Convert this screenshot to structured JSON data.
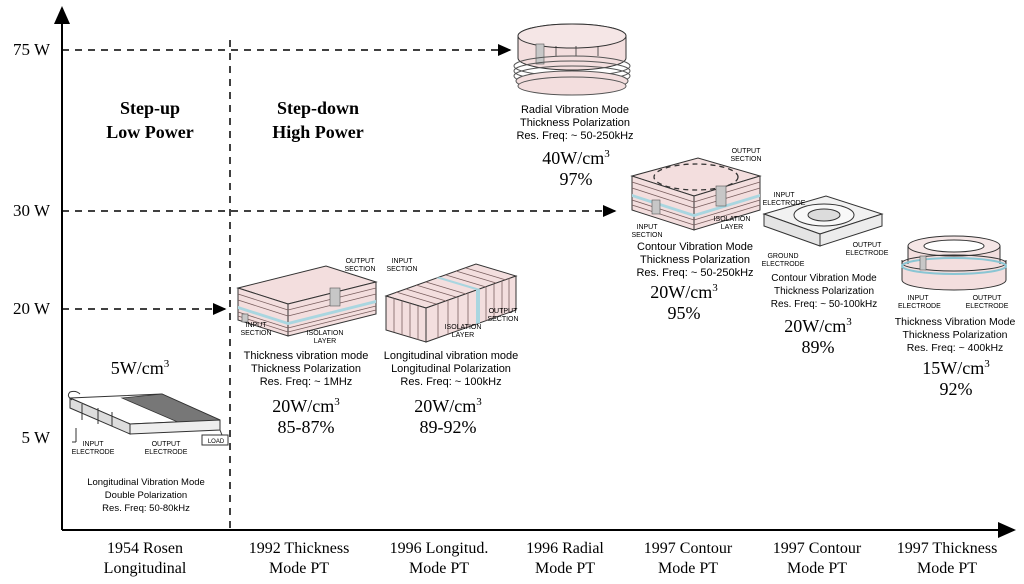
{
  "y_axis": {
    "ticks": [
      "75 W",
      "30 W",
      "20 W",
      "5 W"
    ]
  },
  "x_axis": {
    "categories": [
      [
        "1954 Rosen",
        "Longitudinal"
      ],
      [
        "1992 Thickness",
        "Mode PT"
      ],
      [
        "1996 Longitud.",
        "Mode PT"
      ],
      [
        "1996 Radial",
        "Mode PT"
      ],
      [
        "1997 Contour",
        "Mode PT"
      ],
      [
        "1997 Contour",
        "Mode PT"
      ],
      [
        "1997 Thickness",
        "Mode PT"
      ]
    ]
  },
  "regions": {
    "step_up": [
      "Step-up",
      "Low Power"
    ],
    "step_down": [
      "Step-down",
      "High Power"
    ]
  },
  "transformers": [
    {
      "id": "rosen",
      "density_base": "5W/cm",
      "density_exp": "3",
      "caption": [
        "Longitudinal Vibration Mode",
        "Double Polarization",
        "Res. Freq: 50-80kHz"
      ],
      "labels": [
        "INPUT",
        "ELECTRODE",
        "OUTPUT",
        "ELECTRODE",
        "LOAD"
      ]
    },
    {
      "id": "thickness-1992",
      "caption": [
        "Thickness vibration mode",
        "Thickness Polarization",
        "Res. Freq: ~ 1MHz"
      ],
      "density_base": "20W/cm",
      "density_exp": "3",
      "efficiency": "85-87%",
      "labels": [
        "OUTPUT",
        "SECTION",
        "INPUT",
        "SECTION",
        "ISOLATION",
        "LAYER"
      ]
    },
    {
      "id": "longitud-1996",
      "caption": [
        "Longitudinal vibration mode",
        "Longitudinal Polarization",
        "Res. Freq: ~ 100kHz"
      ],
      "density_base": "20W/cm",
      "density_exp": "3",
      "efficiency": "89-92%",
      "labels": [
        "INPUT",
        "SECTION",
        "ISOLATION",
        "LAYER",
        "OUTPUT",
        "SECTION"
      ]
    },
    {
      "id": "radial-1996",
      "caption": [
        "Radial Vibration Mode",
        "Thickness Polarization",
        "Res. Freq: ~ 50-250kHz"
      ],
      "density_base": "40W/cm",
      "density_exp": "3",
      "efficiency": "97%"
    },
    {
      "id": "contour-1997a",
      "caption": [
        "Contour Vibration Mode",
        "Thickness Polarization",
        "Res. Freq: ~ 50-250kHz"
      ],
      "density_base": "20W/cm",
      "density_exp": "3",
      "efficiency": "95%",
      "labels": [
        "OUTPUT",
        "SECTION",
        "INPUT",
        "SECTION",
        "ISOLATION",
        "LAYER"
      ]
    },
    {
      "id": "contour-1997b",
      "caption": [
        "Contour Vibration Mode",
        "Thickness Polarization",
        "Res. Freq: ~ 50-100kHz"
      ],
      "density_base": "20W/cm",
      "density_exp": "3",
      "efficiency": "89%",
      "labels": [
        "INPUT",
        "ELECTRODE",
        "GROUND",
        "ELECTRODE",
        "OUTPUT",
        "ELECTRODE"
      ]
    },
    {
      "id": "thickness-1997",
      "caption": [
        "Thickness Vibration Mode",
        "Thickness Polarization",
        "Res. Freq: ~ 400kHz"
      ],
      "density_base": "15W/cm",
      "density_exp": "3",
      "efficiency": "92%",
      "labels": [
        "INPUT",
        "ELECTRODE",
        "OUTPUT",
        "ELECTRODE"
      ]
    }
  ],
  "colors": {
    "body": "#f3dede",
    "layer_line": "#7a5f5f",
    "isolation": "#a9d6e0",
    "section": "#c7c7c7"
  }
}
